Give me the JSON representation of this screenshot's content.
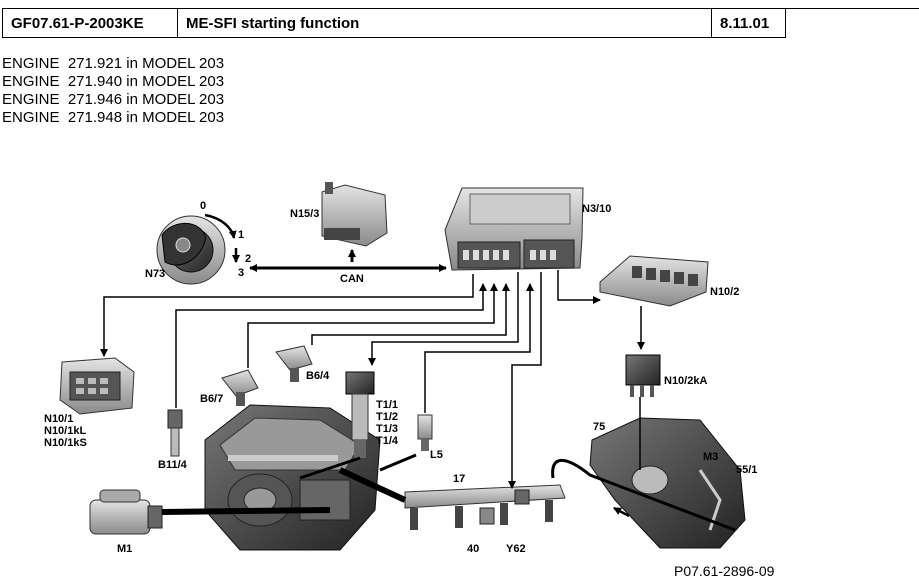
{
  "header": {
    "doc_code": "GF07.61-P-2003KE",
    "title": "ME-SFI starting function",
    "version": "8.11.01"
  },
  "applicability": [
    "ENGINE  271.921 in MODEL 203",
    "ENGINE  271.940 in MODEL 203",
    "ENGINE  271.946 in MODEL 203",
    "ENGINE  271.948 in MODEL 203"
  ],
  "diagram": {
    "labels": {
      "n3_10": "N3/10",
      "n15_3": "N15/3",
      "n73": "N73",
      "can": "CAN",
      "n10_2": "N10/2",
      "n10_2ka": "N10/2kA",
      "n10_1": "N10/1",
      "n10_1kl": "N10/1kL",
      "n10_1ks": "N10/1kS",
      "b6_7": "B6/7",
      "b6_4": "B6/4",
      "t1_1": "T1/1",
      "t1_2": "T1/2",
      "t1_3": "T1/3",
      "t1_4": "T1/4",
      "b11_4": "B11/4",
      "l5": "L5",
      "m1": "M1",
      "p17": "17",
      "p40": "40",
      "y62": "Y62",
      "p75": "75",
      "m3": "M3",
      "p55_1": "55/1"
    },
    "ignition_positions": [
      "0",
      "1",
      "2",
      "3"
    ]
  },
  "figure_ref": "P07.61-2896-09"
}
